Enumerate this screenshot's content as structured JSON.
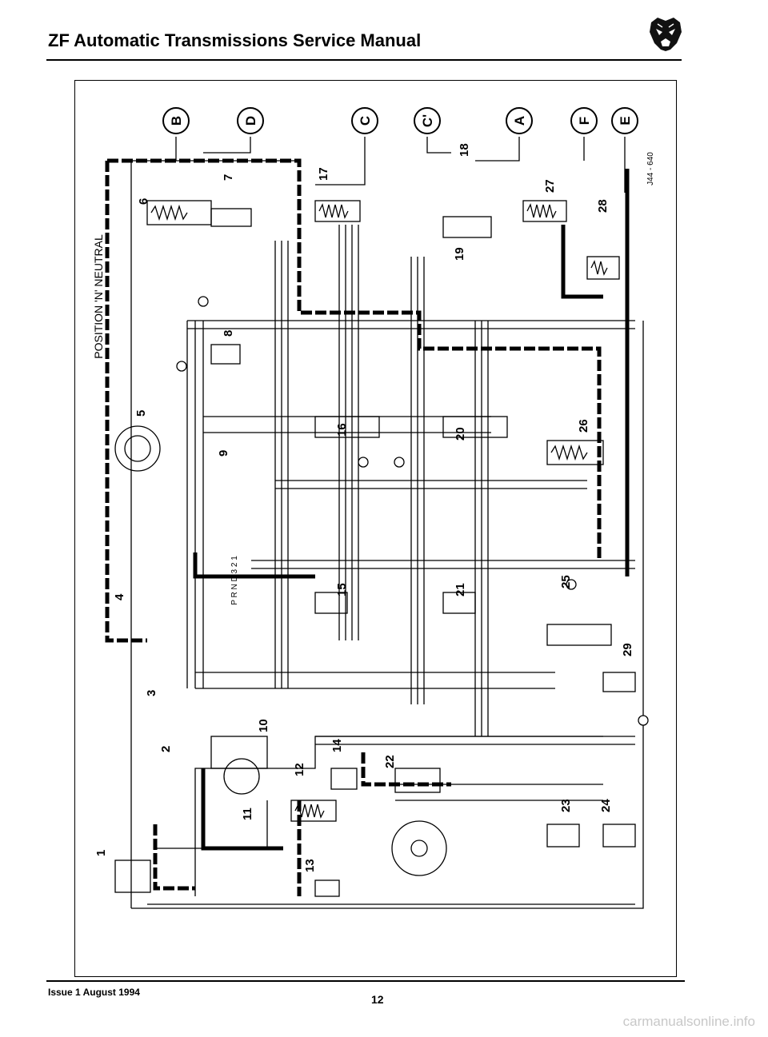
{
  "header": {
    "title": "ZF Automatic Transmissions Service Manual",
    "logo_icon": "jaguar-head-icon"
  },
  "diagram": {
    "title": "POSITION 'N' NEUTRAL",
    "ref_code": "J44 - 640",
    "circuit_letters": [
      "B",
      "D",
      "C",
      "C'",
      "A",
      "F",
      "E"
    ],
    "component_numbers": [
      "1",
      "2",
      "3",
      "4",
      "5",
      "6",
      "7",
      "8",
      "9",
      "10",
      "11",
      "12",
      "13",
      "14",
      "15",
      "16",
      "17",
      "18",
      "19",
      "20",
      "21",
      "22",
      "23",
      "24",
      "25",
      "26",
      "27",
      "28",
      "29"
    ],
    "selector_positions": "P R N D 3 2 1"
  },
  "footer": {
    "issue": "Issue 1 August 1994",
    "page": "12"
  },
  "watermark": "carmanualsonline.info"
}
